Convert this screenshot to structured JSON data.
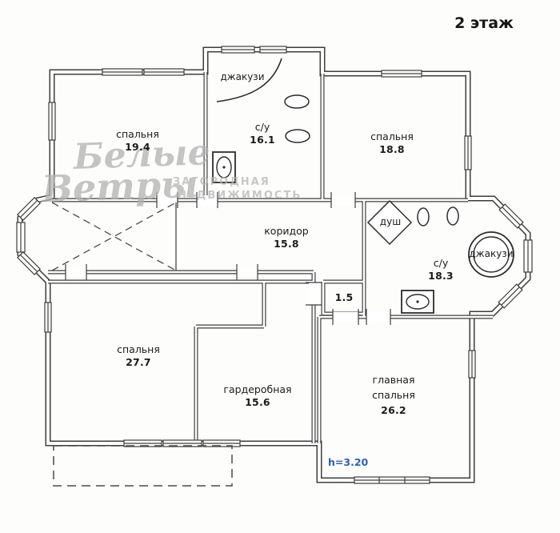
{
  "floor_title": "2 этаж",
  "height_note": "h=3.20",
  "watermark": {
    "script_line1": "Белые",
    "script_line2": "Ветры",
    "caption_line1": "ЗАГОРОДНАЯ",
    "caption_line2": "НЕДВИЖИМОСТЬ"
  },
  "colors": {
    "wall_line": "#3d3d3d",
    "note_blue": "#2a5fc0",
    "watermark_gray": "#b2b2b2"
  },
  "rooms": {
    "bedroom1": {
      "name": "спальня",
      "area": "19.4"
    },
    "bath1": {
      "name": "с/у",
      "area": "16.1"
    },
    "bedroom2": {
      "name": "спальня",
      "area": "18.8"
    },
    "corridor": {
      "name": "коридор",
      "area": "15.8"
    },
    "bath2": {
      "name": "с/у",
      "area": "18.3"
    },
    "bedroom3": {
      "name": "спальня",
      "area": "27.7"
    },
    "wardrobe": {
      "name": "гардеробная",
      "area": "15.6"
    },
    "master": {
      "name": "главная спальня",
      "area": "26.2"
    },
    "closet": {
      "area": "1.5"
    }
  },
  "fixtures": {
    "jacuzzi_corner": "джакузи",
    "jacuzzi_round": "джакузи",
    "shower": "душ"
  }
}
